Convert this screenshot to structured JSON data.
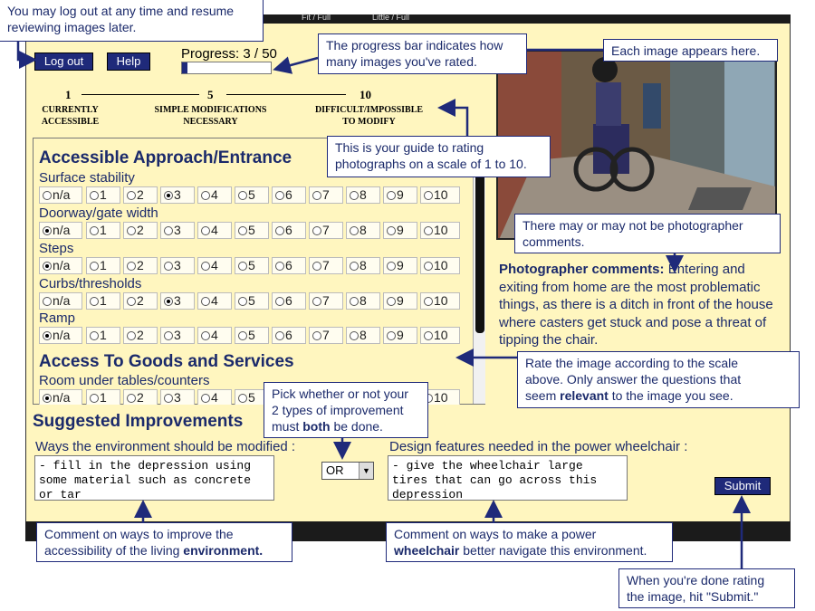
{
  "topbar_fragments": [
    "Fit / Full",
    "Little / Full"
  ],
  "buttons": {
    "logout": "Log out",
    "help": "Help",
    "submit": "Submit"
  },
  "progress": {
    "label": "Progress: 3 / 50",
    "current": 3,
    "total": 50
  },
  "scale": {
    "one": "1",
    "five": "5",
    "ten": "10",
    "one_text_1": "CURRENTLY",
    "one_text_2": "ACCESSIBLE",
    "five_text_1": "SIMPLE MODIFICATIONS",
    "five_text_2": "NECESSARY",
    "ten_text_1": "DIFFICULT/IMPOSSIBLE",
    "ten_text_2": "TO MODIFY"
  },
  "form": {
    "section1": "Accessible Approach/Entrance",
    "section2": "Access To Goods and Services",
    "questions": [
      {
        "label": "Surface stability",
        "selected": "3"
      },
      {
        "label": "Doorway/gate width",
        "selected": "n/a"
      },
      {
        "label": "Steps",
        "selected": "n/a"
      },
      {
        "label": "Curbs/thresholds",
        "selected": "3"
      },
      {
        "label": "Ramp",
        "selected": "n/a"
      }
    ],
    "question6": {
      "label": "Room under tables/counters",
      "selected": "n/a"
    },
    "options": [
      "n/a",
      "1",
      "2",
      "3",
      "4",
      "5",
      "6",
      "7",
      "8",
      "9",
      "10"
    ]
  },
  "photo_comment": {
    "heading": "Photographer comments:",
    "text": " Entering and exiting from home are the most problematic things, as there is a ditch in front of the house where casters get stuck and pose a threat of tipping the chair."
  },
  "improvements": {
    "title": "Suggested Improvements",
    "env_label": "Ways the environment should be modified :",
    "env_value_1": "- fill in the depression using",
    "env_value_2": "some material such as concrete",
    "env_value_3": "or tar",
    "wc_label": "Design features needed in the power wheelchair :",
    "wc_value_1": "- give the wheelchair large",
    "wc_value_2": "tires that can go across this",
    "wc_value_3": "depression",
    "combine_select": "OR"
  },
  "callouts": {
    "logout_1": "You may log out at any time and resume",
    "logout_2": "reviewing images later.",
    "progress_1": "The progress bar indicates how",
    "progress_2": "many images you've rated.",
    "image": "Each image appears here.",
    "guide_1": "This is your guide to rating",
    "guide_2": "photographs on a scale of 1 to 10.",
    "comments_1": "There may or may not be photographer",
    "comments_2": "comments.",
    "rate_1": "Rate the image according to the scale",
    "rate_2": "above. Only answer the questions that",
    "rate_3a": "seem ",
    "rate_3b": "relevant",
    "rate_3c": " to the image you see.",
    "pick_1": "Pick whether or not your",
    "pick_2": "2 types of improvement",
    "pick_3a": "must ",
    "pick_3b": "both",
    "pick_3c": " be done.",
    "env_1": "Comment on ways to improve the",
    "env_2a": "accessibility of the living ",
    "env_2b": "environment.",
    "wc_1": "Comment on ways to make a power",
    "wc_2a": "wheelchair",
    "wc_2b": " better navigate this environment.",
    "submit_1": "When you're done rating",
    "submit_2": "the image, hit \"Submit.\""
  },
  "colors": {
    "panel": "#fff6bf",
    "navy": "#1f2a7a",
    "text_blue": "#1b2a6b"
  }
}
